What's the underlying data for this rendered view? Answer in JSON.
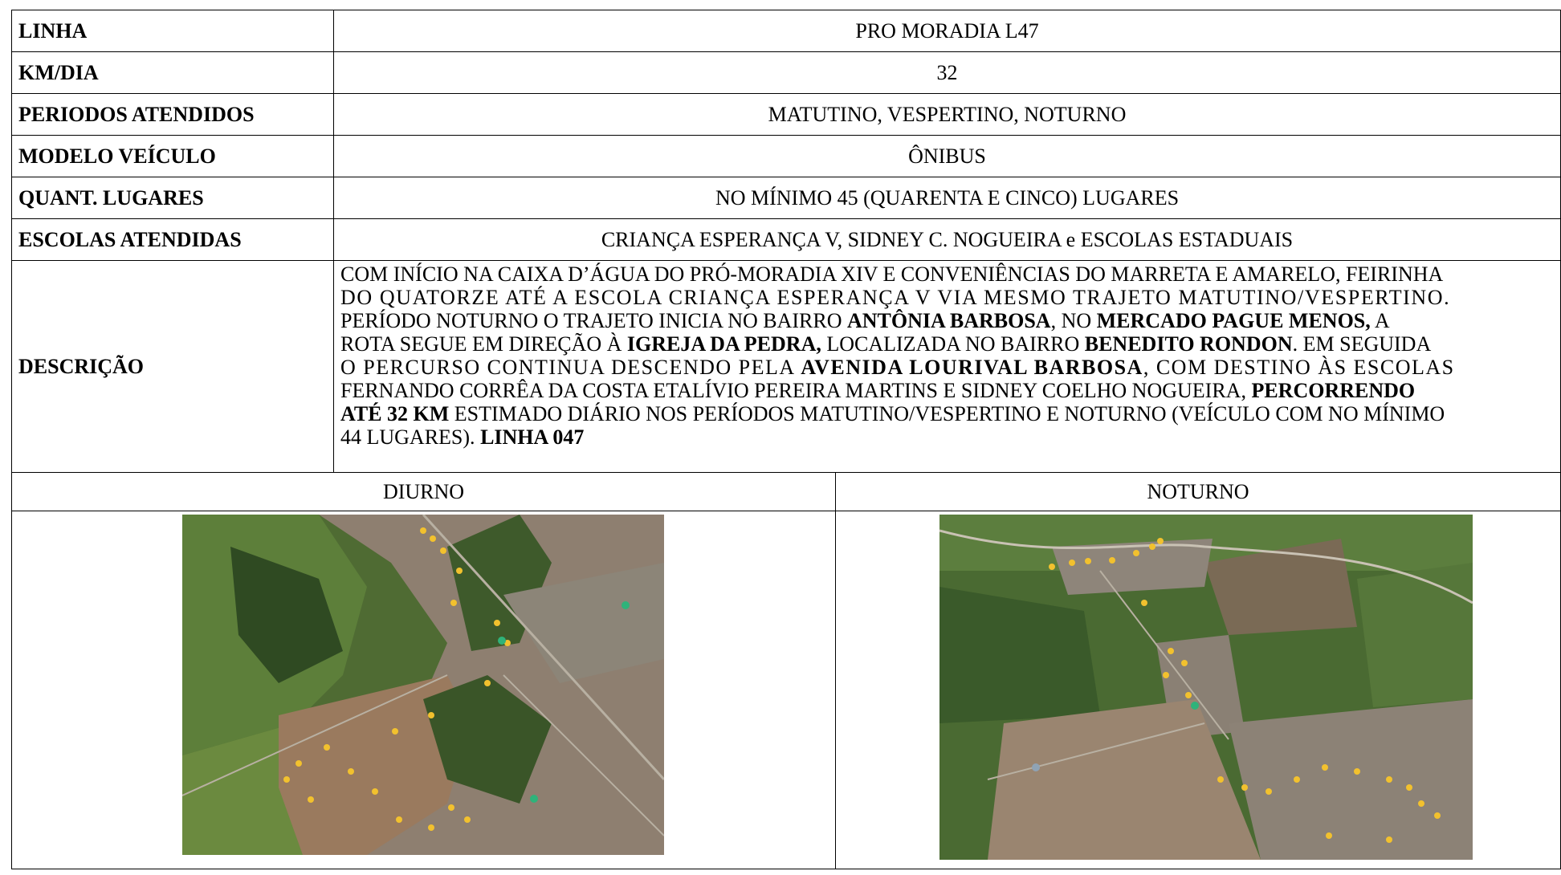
{
  "rows": {
    "linha": {
      "label": "LINHA",
      "value": "PRO MORADIA L47"
    },
    "km": {
      "label": "KM/DIA",
      "value": "32"
    },
    "periodos": {
      "label": "PERIODOS ATENDIDOS",
      "value": "MATUTINO, VESPERTINO, NOTURNO"
    },
    "modelo": {
      "label": "MODELO VEÍCULO",
      "value": "ÔNIBUS"
    },
    "lugares": {
      "label": "QUANT. LUGARES",
      "value": "NO MÍNIMO 45 (QUARENTA E CINCO) LUGARES"
    },
    "escolas": {
      "label": "ESCOLAS ATENDIDAS",
      "value": "CRIANÇA ESPERANÇA V, SIDNEY C. NOGUEIRA e ESCOLAS ESTADUAIS"
    }
  },
  "descricao": {
    "label": "DESCRIÇÃO",
    "l1": "COM INÍCIO NA CAIXA D’ÁGUA DO PRÓ-MORADIA XIV E CONVENIÊNCIAS DO MARRETA E AMARELO, FEIRINHA",
    "l2": "DO QUATORZE ATÉ A ESCOLA CRIANÇA ESPERANÇA V VIA MESMO TRAJETO MATUTINO/VESPERTINO.",
    "l3a": "PERÍODO NOTURNO O TRAJETO INICIA NO BAIRRO ",
    "l3b": "ANTÔNIA BARBOSA",
    "l3c": ", NO ",
    "l3d": "MERCADO PAGUE MENOS,",
    "l3e": " A",
    "l4a": "ROTA SEGUE EM DIREÇÃO À ",
    "l4b": "IGREJA DA PEDRA,",
    "l4c": " LOCALIZADA NO BAIRRO ",
    "l4d": "BENEDITO RONDON",
    "l4e": ". EM SEGUIDA",
    "l5a": "O PERCURSO CONTINUA DESCENDO PELA ",
    "l5b": "AVENIDA LOURIVAL BARBOSA",
    "l5c": ", COM DESTINO ÀS ESCOLAS",
    "l6a": "FERNANDO CORRÊA DA COSTA ETALÍVIO PEREIRA MARTINS E SIDNEY COELHO NOGUEIRA, ",
    "l6b": "PERCORRENDO",
    "l7a": "ATÉ 32 KM",
    "l7b": " ESTIMADO DIÁRIO NOS PERÍODOS MATUTINO/VESPERTINO E NOTURNO (VEÍCULO COM NO MÍNIMO",
    "l8a": "44 LUGARES). ",
    "l8b": "LINHA 047"
  },
  "maps": {
    "diurno": "DIURNO",
    "noturno": "NOTURNO"
  },
  "colors": {
    "route_marker": "#f2c12e",
    "vegetation": "#3d5a2a",
    "urban": "#8a7a6a"
  }
}
